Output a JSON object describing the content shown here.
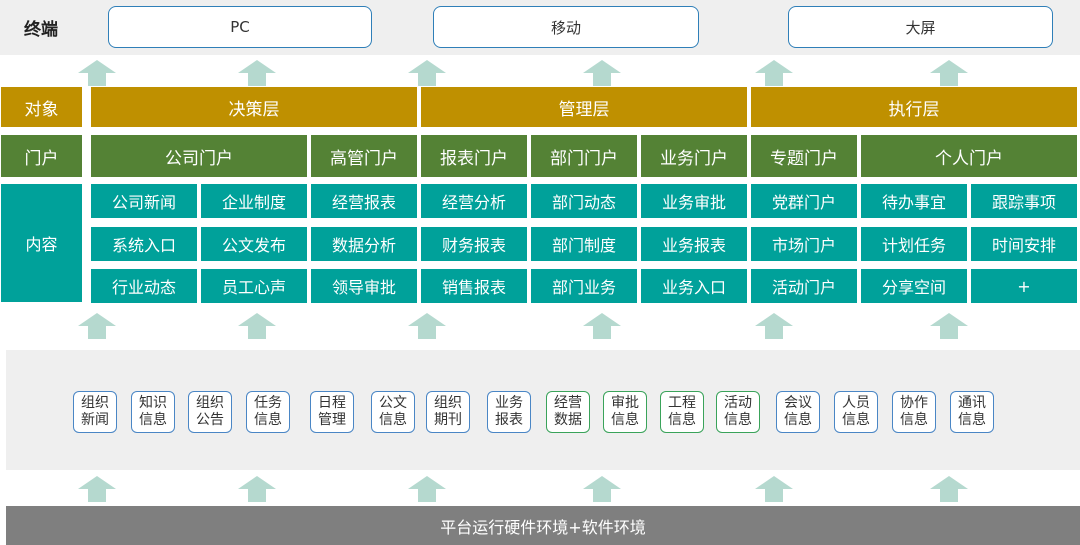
{
  "labels": {
    "terminal": "终端",
    "object": "对象",
    "portal": "门户",
    "content": "内容"
  },
  "terminals": [
    "PC",
    "移动",
    "大屏"
  ],
  "objects": [
    "决策层",
    "管理层",
    "执行层"
  ],
  "portals": [
    "公司门户",
    "高管门户",
    "报表门户",
    "部门门户",
    "业务门户",
    "专题门户",
    "个人门户"
  ],
  "content_columns": [
    [
      "公司新闻",
      "系统入口",
      "行业动态"
    ],
    [
      "企业制度",
      "公文发布",
      "员工心声"
    ],
    [
      "经营报表",
      "数据分析",
      "领导审批"
    ],
    [
      "经营分析",
      "财务报表",
      "销售报表"
    ],
    [
      "部门动态",
      "部门制度",
      "部门业务"
    ],
    [
      "业务审批",
      "业务报表",
      "业务入口"
    ],
    [
      "党群门户",
      "市场门户",
      "活动门户"
    ],
    [
      "待办事宜",
      "计划任务",
      "分享空间"
    ],
    [
      "跟踪事项",
      "时间安排",
      "+"
    ]
  ],
  "info_sources": [
    {
      "text": "组织\n新闻",
      "style": "blue"
    },
    {
      "text": "知识\n信息",
      "style": "blue"
    },
    {
      "text": "组织\n公告",
      "style": "blue"
    },
    {
      "text": "任务\n信息",
      "style": "blue"
    },
    {
      "text": "日程\n管理",
      "style": "blue"
    },
    {
      "text": "公文\n信息",
      "style": "blue"
    },
    {
      "text": "组织\n期刊",
      "style": "blue"
    },
    {
      "text": "业务\n报表",
      "style": "blue"
    },
    {
      "text": "经营\n数据",
      "style": "green"
    },
    {
      "text": "审批\n信息",
      "style": "green"
    },
    {
      "text": "工程\n信息",
      "style": "green"
    },
    {
      "text": "活动\n信息",
      "style": "green"
    },
    {
      "text": "会议\n信息",
      "style": "blue"
    },
    {
      "text": "人员\n信息",
      "style": "blue"
    },
    {
      "text": "协作\n信息",
      "style": "blue"
    },
    {
      "text": "通讯\n信息",
      "style": "blue"
    }
  ],
  "platform": "平台运行硬件环境+软件环境",
  "colors": {
    "object": "#bf9000",
    "portal": "#548235",
    "content": "#00a19a",
    "arrow": "#b5d9cf",
    "base": "#7f7f7f"
  },
  "icons": {
    "arrow": "up-arrow-icon"
  }
}
